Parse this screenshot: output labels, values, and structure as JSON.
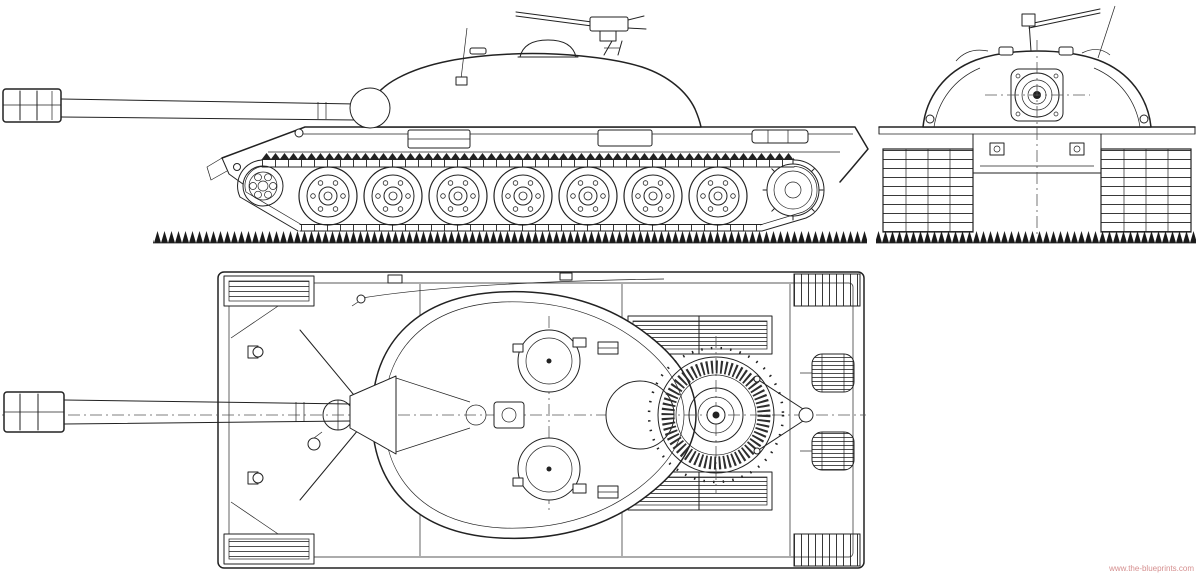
{
  "page": {
    "background": "#ffffff",
    "line_color": "#222222",
    "ground_color": "#1b1b1b"
  },
  "watermark": {
    "text": "www.the-blueprints.com",
    "color": "#d58f8f"
  },
  "drawing": {
    "subject": "heavy tank technical blueprint, three orthographic views",
    "views": [
      "side elevation",
      "front elevation",
      "top plan"
    ]
  }
}
